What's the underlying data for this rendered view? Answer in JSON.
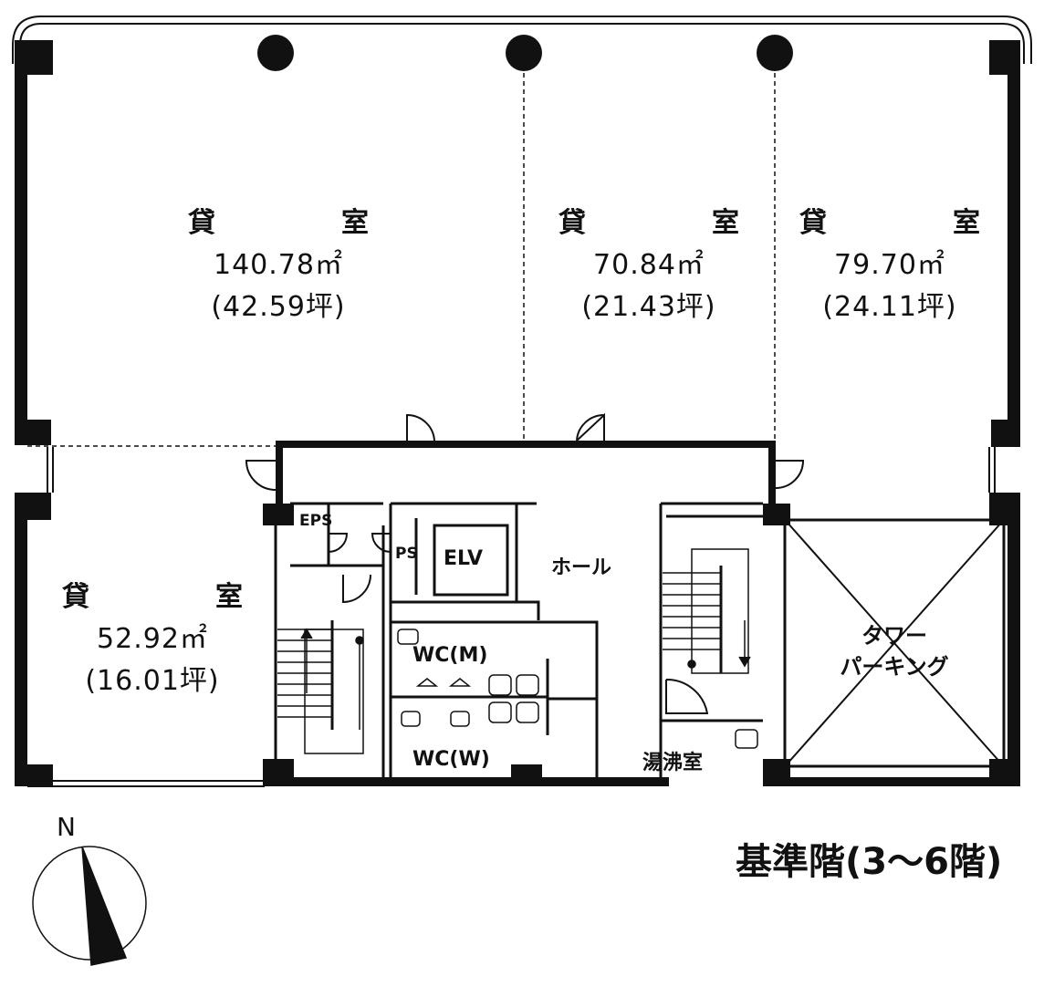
{
  "rooms": [
    {
      "id": "r1",
      "title": "貸　室",
      "area": "140.78㎡",
      "tsubo": "(42.59坪)"
    },
    {
      "id": "r2",
      "title": "貸　室",
      "area": "70.84㎡",
      "tsubo": "(21.43坪)"
    },
    {
      "id": "r3",
      "title": "貸　室",
      "area": "79.70㎡",
      "tsubo": "(24.11坪)"
    },
    {
      "id": "r4",
      "title": "貸　室",
      "area": "52.92㎡",
      "tsubo": "(16.01坪)"
    }
  ],
  "core": {
    "eps": "EPS",
    "ps": "PS",
    "elv": "ELV",
    "hall": "ホール",
    "wc_m": "WC(M)",
    "wc_w": "WC(W)",
    "kettle": "湯沸室",
    "tower_line1": "タワー",
    "tower_line2": "パーキング"
  },
  "floor_title": "基準階(3〜6階)",
  "north_label": "N",
  "colors": {
    "ink": "#111111",
    "paper": "#ffffff"
  }
}
